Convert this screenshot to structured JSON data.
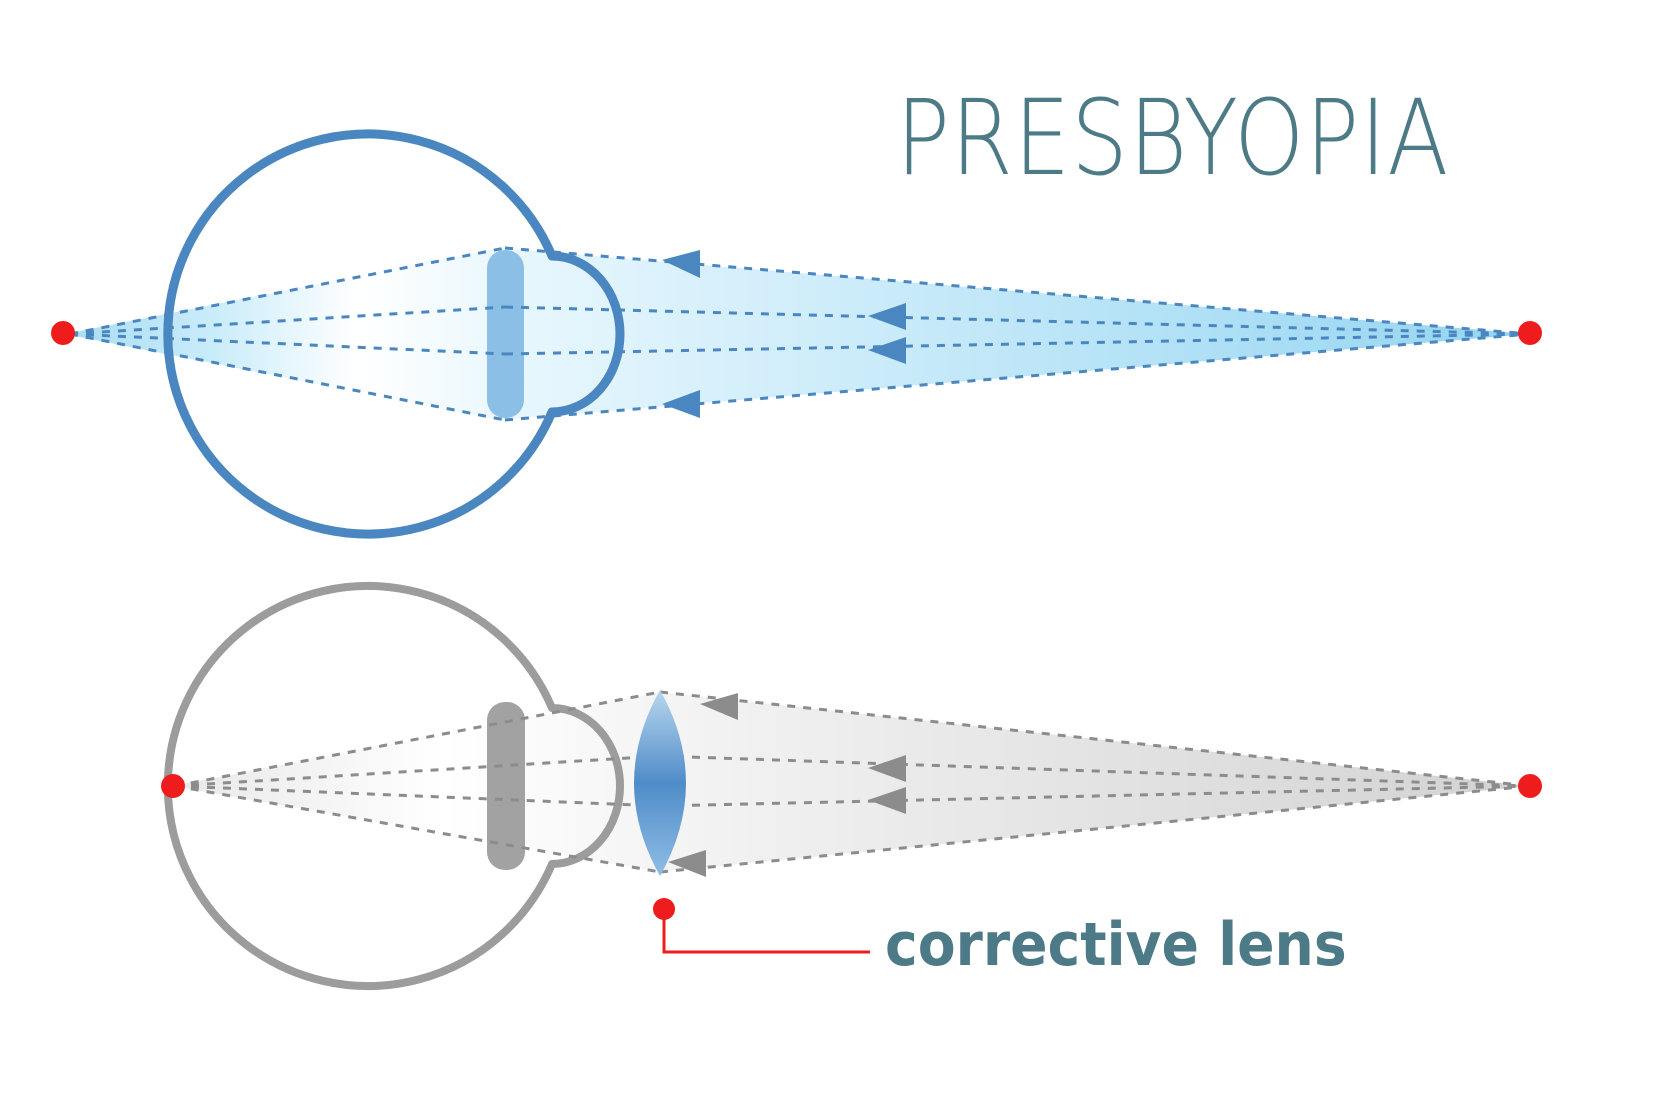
{
  "title": "PRESBYOPIA",
  "annotation": {
    "label": "corrective lens"
  },
  "colors": {
    "title_text": "#4d7a87",
    "eye_outline_top": "#4a86c0",
    "lens_top": "#8bbfe6",
    "beam_top": "#a8dcf3",
    "eye_outline_bottom": "#9c9c9c",
    "beam_bottom": "#d9d9d9",
    "corrective_lens": "#5b95cc",
    "point_markers": "#ee1c1c",
    "leader_line": "#ee1c1c"
  },
  "diagrams": [
    {
      "name": "uncorrected-eye",
      "description": "Presbyopic eye; rays from near object focus behind retina"
    },
    {
      "name": "corrected-eye",
      "description": "Eye with converging corrective lens; rays focus on retina"
    }
  ]
}
